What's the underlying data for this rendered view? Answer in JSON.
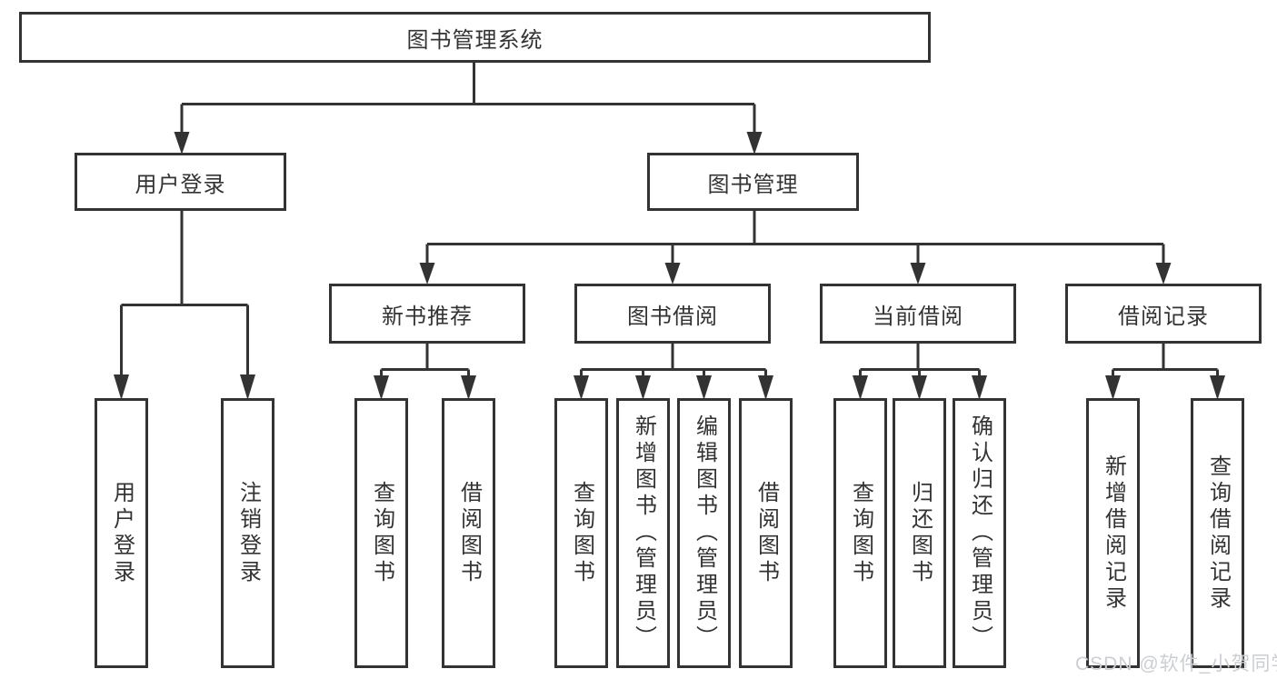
{
  "colors": {
    "line": "#333333",
    "box_border": "#333333",
    "text": "#333333",
    "background": "#ffffff",
    "watermark": "#cbced3"
  },
  "diagram": {
    "root": {
      "label": "图书管理系统"
    },
    "level2": [
      {
        "id": "user-login",
        "label": "用户登录"
      },
      {
        "id": "book-management",
        "label": "图书管理"
      }
    ],
    "level3": [
      {
        "id": "new-book-recommend",
        "label": "新书推荐",
        "parent": "book-management"
      },
      {
        "id": "book-borrow",
        "label": "图书借阅",
        "parent": "book-management"
      },
      {
        "id": "current-borrow",
        "label": "当前借阅",
        "parent": "book-management"
      },
      {
        "id": "borrow-records",
        "label": "借阅记录",
        "parent": "book-management"
      }
    ],
    "leaves": {
      "user_login": [
        "用户登录",
        "注销登录"
      ],
      "new_book_recommend": [
        "查询图书",
        "借阅图书"
      ],
      "book_borrow": [
        "查询图书",
        "新增图书（管理员）",
        "编辑图书（管理员）",
        "借阅图书"
      ],
      "current_borrow": [
        "查询图书",
        "归还图书",
        "确认归还（管理员）"
      ],
      "borrow_records": [
        "新增借阅记录",
        "查询借阅记录"
      ]
    }
  },
  "watermark": {
    "text": "CSDN @软件_小贺同学"
  }
}
